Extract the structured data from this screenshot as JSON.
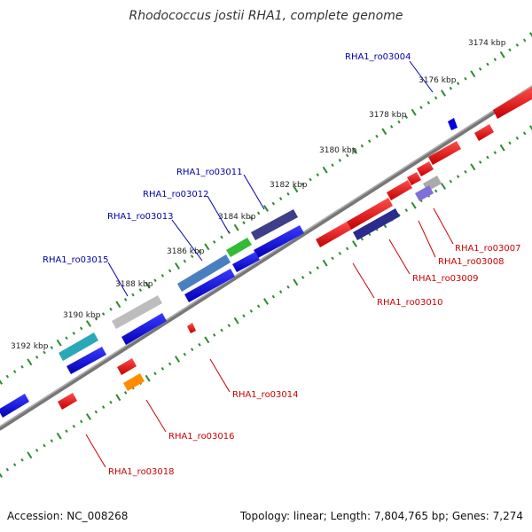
{
  "title": "Rhodococcus jostii RHA1, complete genome",
  "footer": {
    "accession": "Accession: NC_008268",
    "summary": "Topology: linear; Length: 7,804,765 bp; Genes: 7,274"
  },
  "colors": {
    "axis": "#888888",
    "ticks": "#2e8b2e",
    "forward_label": "#0000aa",
    "reverse_label": "#cc0000"
  },
  "ticks": [
    {
      "label": "3174 kbp"
    },
    {
      "label": "3176 kbp"
    },
    {
      "label": "3178 kbp"
    },
    {
      "label": "3180 kbp"
    },
    {
      "label": "3182 kbp"
    },
    {
      "label": "3184 kbp"
    },
    {
      "label": "3186 kbp"
    },
    {
      "label": "3188 kbp"
    },
    {
      "label": "3190 kbp"
    },
    {
      "label": "3192 kbp"
    }
  ],
  "gene_labels_forward": [
    {
      "label": "RHA1_ro03004"
    },
    {
      "label": "RHA1_ro03011"
    },
    {
      "label": "RHA1_ro03012"
    },
    {
      "label": "RHA1_ro03013"
    },
    {
      "label": "RHA1_ro03015"
    }
  ],
  "gene_labels_reverse": [
    {
      "label": "RHA1_ro03007"
    },
    {
      "label": "RHA1_ro03008"
    },
    {
      "label": "RHA1_ro03009"
    },
    {
      "label": "RHA1_ro03010"
    },
    {
      "label": "RHA1_ro03014"
    },
    {
      "label": "RHA1_ro03016"
    },
    {
      "label": "RHA1_ro03018"
    }
  ]
}
